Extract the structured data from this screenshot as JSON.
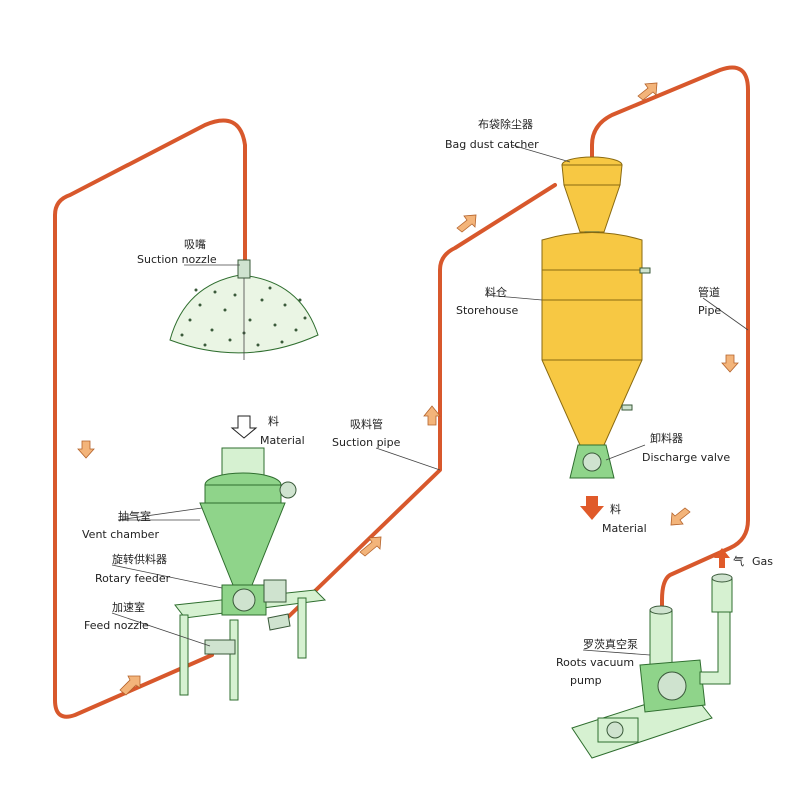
{
  "labels": {
    "suction_nozzle_cn": "吸嘴",
    "suction_nozzle_en": "Suction nozzle",
    "material_in_cn": "料",
    "material_in_en": "Material",
    "vent_chamber_cn": "抽气室",
    "vent_chamber_en": "Vent chamber",
    "rotary_feeder_cn": "旋转供料器",
    "rotary_feeder_en": "Rotary feeder",
    "feed_nozzle_cn": "加速室",
    "feed_nozzle_en": "Feed nozzle",
    "suction_pipe_cn": "吸料管",
    "suction_pipe_en": "Suction pipe",
    "bag_dust_catcher_cn": "布袋除尘器",
    "bag_dust_catcher_en": "Bag dust catcher",
    "storehouse_cn": "料仓",
    "storehouse_en": "Storehouse",
    "discharge_valve_cn": "卸料器",
    "discharge_valve_en": "Discharge valve",
    "material_out_cn": "料",
    "material_out_en": "Material",
    "pipe_cn": "管道",
    "pipe_en": "Pipe",
    "gas_cn": "气",
    "gas_en": "Gas",
    "roots_pump_cn": "罗茨真空泵",
    "roots_pump_en_1": "Roots vacuum",
    "roots_pump_en_2": "pump"
  },
  "colors": {
    "pipe": "#d8582c",
    "green_equipment": "#8fd48a",
    "storehouse": "#f7c843",
    "flow_arrow": "#f3b47a",
    "material_arrow": "#e05a2a"
  }
}
